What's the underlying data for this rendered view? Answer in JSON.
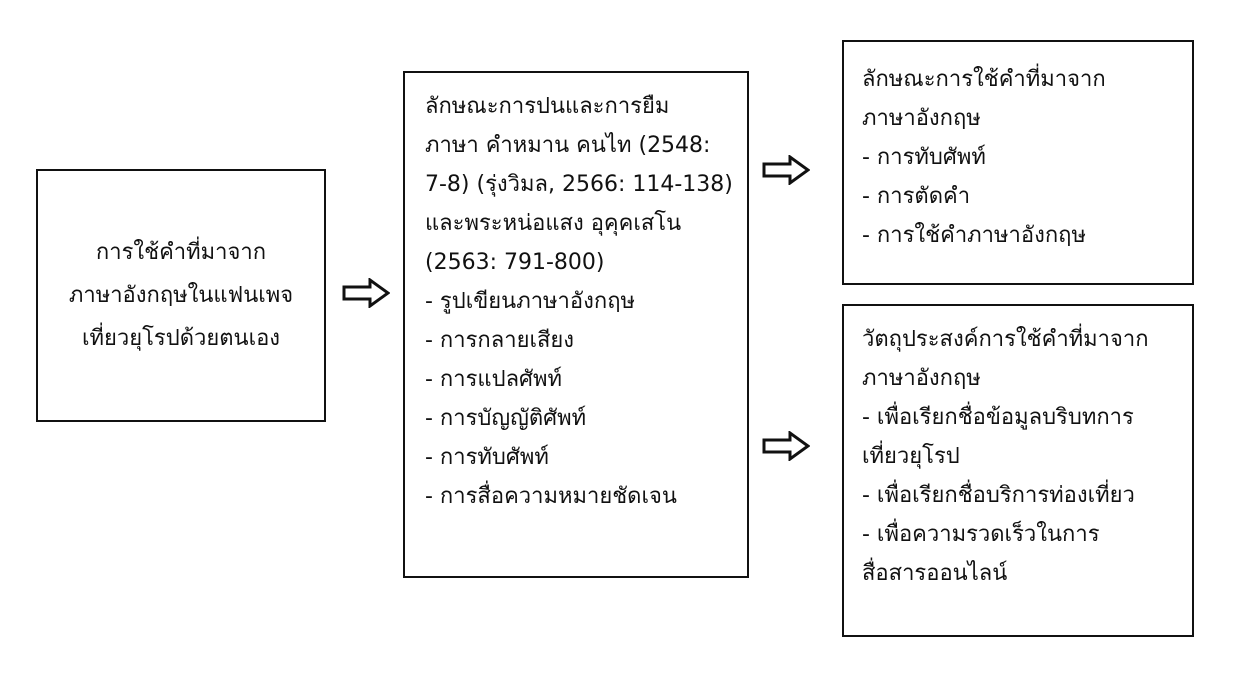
{
  "boxes": {
    "left": {
      "lines": [
        "การใช้คำที่มาจาก",
        "ภาษาอังกฤษในแฟนเพจ",
        "เที่ยวยุโรปด้วยตนเอง"
      ]
    },
    "middle": {
      "lines": [
        "ลักษณะการปนและการยืม",
        "ภาษา คำหมาน คนไท (2548:",
        "7-8) (รุ่งวิมล, 2566: 114-138)",
        "และพระหน่อแสง อุคุคเสโน",
        "(2563: 791-800)",
        "-  รูปเขียนภาษาอังกฤษ",
        "-  การกลายเสียง",
        "-  การแปลศัพท์",
        "-  การบัญญัติศัพท์",
        "-  การทับศัพท์",
        "- การสื่อความหมายชัดเจน"
      ]
    },
    "top_right": {
      "lines": [
        "ลักษณะการใช้คำที่มาจาก",
        "ภาษาอังกฤษ",
        "- การทับศัพท์",
        "- การตัดคำ",
        "- การใช้คำภาษาอังกฤษ"
      ]
    },
    "bottom_right": {
      "lines": [
        "วัตถุประสงค์การใช้คำที่มาจาก",
        "ภาษาอังกฤษ",
        "- เพื่อเรียกชื่อข้อมูลบริบทการ",
        "เที่ยวยุโรป",
        "- เพื่อเรียกชื่อบริการท่องเที่ยว",
        "- เพื่อความรวดเร็วในการ",
        "สื่อสารออนไลน์"
      ]
    }
  },
  "arrows": [
    "block-arrow-right",
    "block-arrow-right",
    "block-arrow-right"
  ]
}
